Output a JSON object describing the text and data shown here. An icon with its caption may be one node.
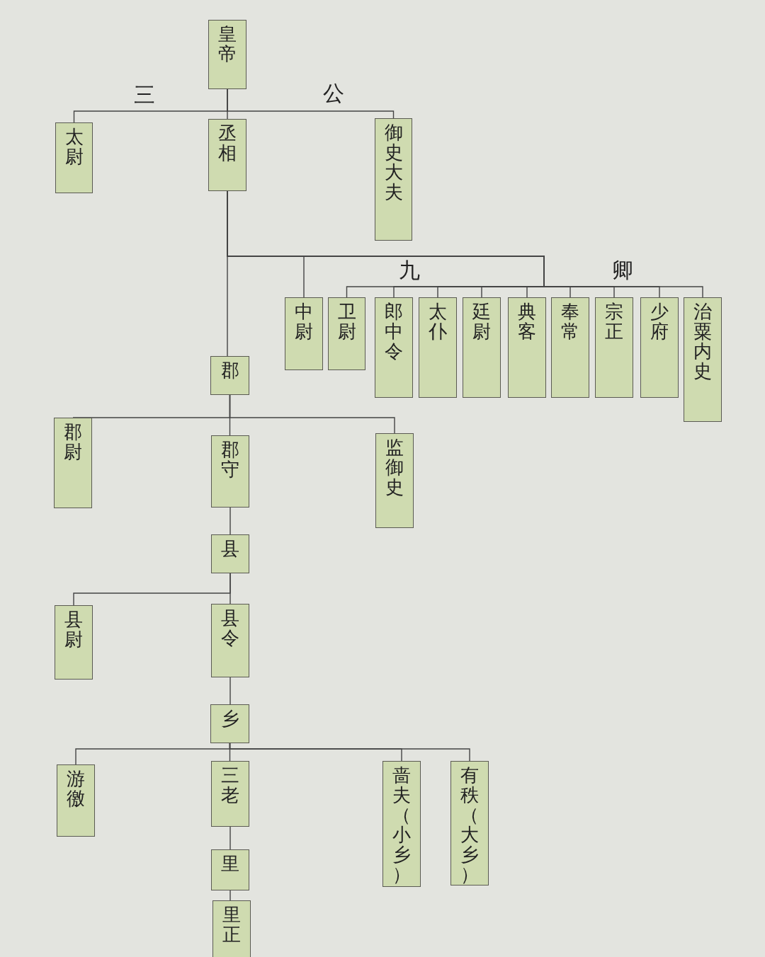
{
  "diagram": {
    "nodes": [
      {
        "text": [
          "皇帝"
        ]
      },
      {
        "text": [
          "太尉"
        ]
      },
      {
        "text": [
          "丞相"
        ]
      },
      {
        "text": [
          "御史大夫"
        ]
      },
      {
        "text": [
          "中尉"
        ]
      },
      {
        "text": [
          "卫尉"
        ]
      },
      {
        "text": [
          "郎中令"
        ]
      },
      {
        "text": [
          "太仆"
        ]
      },
      {
        "text": [
          "廷尉"
        ]
      },
      {
        "text": [
          "典客"
        ]
      },
      {
        "text": [
          "奉常"
        ]
      },
      {
        "text": [
          "宗正"
        ]
      },
      {
        "text": [
          "少府"
        ]
      },
      {
        "text": [
          "治粟内史"
        ]
      },
      {
        "text": [
          "郡"
        ]
      },
      {
        "text": [
          "郡尉"
        ]
      },
      {
        "text": [
          "郡守"
        ]
      },
      {
        "text": [
          "监御史"
        ]
      },
      {
        "text": [
          "县"
        ]
      },
      {
        "text": [
          "县尉"
        ]
      },
      {
        "text": [
          "县令"
        ]
      },
      {
        "text": [
          "乡"
        ]
      },
      {
        "text": [
          "游徼"
        ]
      },
      {
        "text": [
          "三老"
        ]
      },
      {
        "text": [
          "啬夫（小乡）"
        ]
      },
      {
        "text": [
          "有秩（大乡）"
        ]
      },
      {
        "text": [
          "里"
        ]
      },
      {
        "text": [
          "里正"
        ]
      }
    ],
    "edges": [
      {
        "from": 0,
        "to": 1,
        "arrow": "none"
      },
      {
        "from": 0,
        "to": 2,
        "arrow": "none"
      },
      {
        "from": 0,
        "to": 3,
        "arrow": "none"
      },
      {
        "from": 2,
        "to": 4,
        "arrow": "none"
      },
      {
        "from": 2,
        "to": 5,
        "arrow": "none"
      },
      {
        "from": 2,
        "to": 6,
        "arrow": "none"
      },
      {
        "from": 2,
        "to": 7,
        "arrow": "none"
      },
      {
        "from": 2,
        "to": 8,
        "arrow": "none"
      },
      {
        "from": 2,
        "to": 9,
        "arrow": "none"
      },
      {
        "from": 2,
        "to": 10,
        "arrow": "none"
      },
      {
        "from": 2,
        "to": 11,
        "arrow": "none"
      },
      {
        "from": 2,
        "to": 12,
        "arrow": "none"
      },
      {
        "from": 2,
        "to": 13,
        "arrow": "none"
      },
      {
        "from": 2,
        "to": 14,
        "arrow": "none"
      },
      {
        "from": 14,
        "to": 15,
        "arrow": "none"
      },
      {
        "from": 14,
        "to": 16,
        "arrow": "none"
      },
      {
        "from": 14,
        "to": 17,
        "arrow": "none"
      },
      {
        "from": 16,
        "to": 18,
        "arrow": "none"
      },
      {
        "from": 18,
        "to": 19,
        "arrow": "none"
      },
      {
        "from": 18,
        "to": 20,
        "arrow": "none"
      },
      {
        "from": 20,
        "to": 21,
        "arrow": "none"
      },
      {
        "from": 21,
        "to": 22,
        "arrow": "none"
      },
      {
        "from": 21,
        "to": 23,
        "arrow": "none"
      },
      {
        "from": 21,
        "to": 24,
        "arrow": "none"
      },
      {
        "from": 21,
        "to": 25,
        "arrow": "none"
      },
      {
        "from": 23,
        "to": 26,
        "arrow": "none"
      },
      {
        "from": 26,
        "to": 27,
        "arrow": "none"
      }
    ],
    "labels": [
      "三",
      "公",
      "九",
      "卿"
    ]
  }
}
